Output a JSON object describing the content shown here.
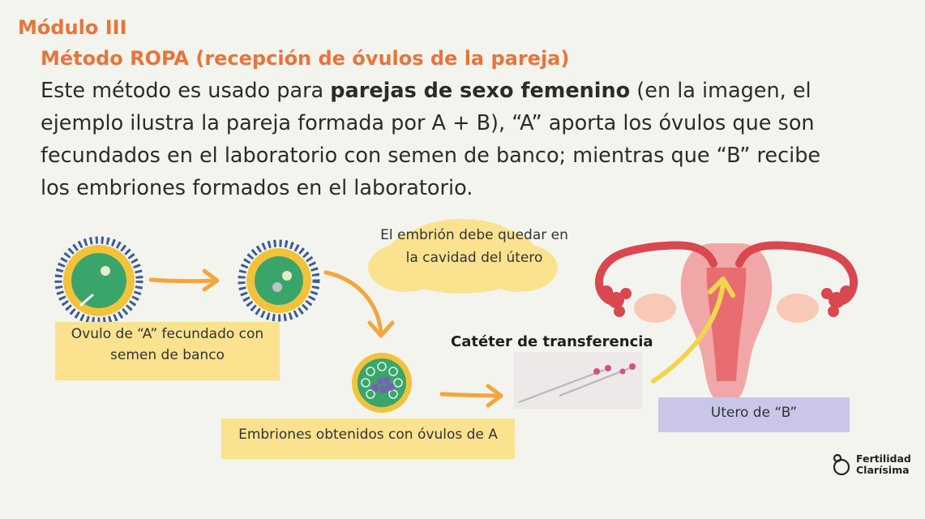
{
  "module": "Módulo III",
  "title": "Método ROPA (recepción de óvulos de la pareja)",
  "intro": {
    "part1": "Este método es usado para ",
    "bold": "parejas de sexo femenino",
    "part2": " (en la imagen, el ejemplo ilustra la pareja formada por A + B), “A” aporta los óvulos que son fecundados en el laboratorio con semen de banco; mientras que “B” recibe los embriones formados en el laboratorio."
  },
  "cloud": {
    "line1": "El embrión debe quedar en",
    "line2": "la cavidad del útero"
  },
  "labels": {
    "ovulo_line1": "Ovulo de “A” fecundado con",
    "ovulo_line2": "semen de banco",
    "embriones": "Embriones obtenidos con óvulos de A",
    "cateter": "Catéter de transferencia",
    "utero": "Utero de “B”"
  },
  "logo": {
    "line1": "Fertilidad",
    "line2": "Clarísima"
  },
  "colors": {
    "accent": "#e8743a",
    "arrow_orange": "#f4a53c",
    "arrow_yellow": "#f2d54e",
    "label_yellow": "#fbe28f",
    "label_purple": "#c9c6ea",
    "uterus_pink": "#f1a7a7",
    "uterus_red": "#d9474f"
  }
}
